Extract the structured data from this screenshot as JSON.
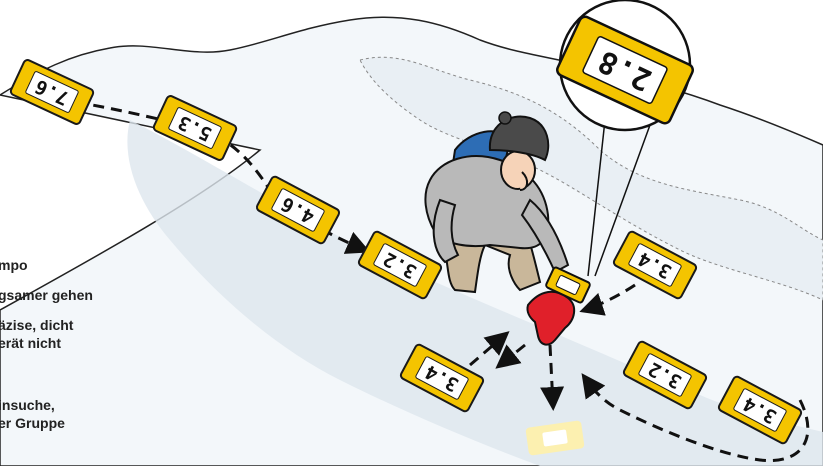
{
  "colors": {
    "device_yellow": "#f4c400",
    "device_edge": "#1a1a1a",
    "snow_shadow": "#dde6ee",
    "glove_red": "#e0202a",
    "jacket": "#b9b9b9",
    "hat": "#4a4a4a",
    "backpack": "#2d6db5",
    "pants": "#c9b79a",
    "ghost_device": "#fff1a8"
  },
  "devices": [
    {
      "id": "d1",
      "reading": "7.6"
    },
    {
      "id": "d2",
      "reading": "5.3"
    },
    {
      "id": "d3",
      "reading": "4.6"
    },
    {
      "id": "d4",
      "reading": "3.2"
    },
    {
      "id": "d5",
      "reading": "3.4"
    },
    {
      "id": "d6",
      "reading": "3.4"
    },
    {
      "id": "d7",
      "reading": "3.2"
    },
    {
      "id": "d8",
      "reading": "3.4"
    }
  ],
  "magnified_device": {
    "reading": "2.8"
  },
  "legend": {
    "line1": "mpo",
    "line2": "gsamer gehen",
    "line3": "äzise, dicht",
    "line4": "erät nicht",
    "line5": "insuche,",
    "line6": "er Gruppe"
  },
  "icons": {
    "rescuer": "person-icon",
    "glove": "glove-icon",
    "beacon": "avalanche-beacon-icon",
    "magnifier": "magnifier-icon",
    "path_arrow": "arrow-icon"
  }
}
